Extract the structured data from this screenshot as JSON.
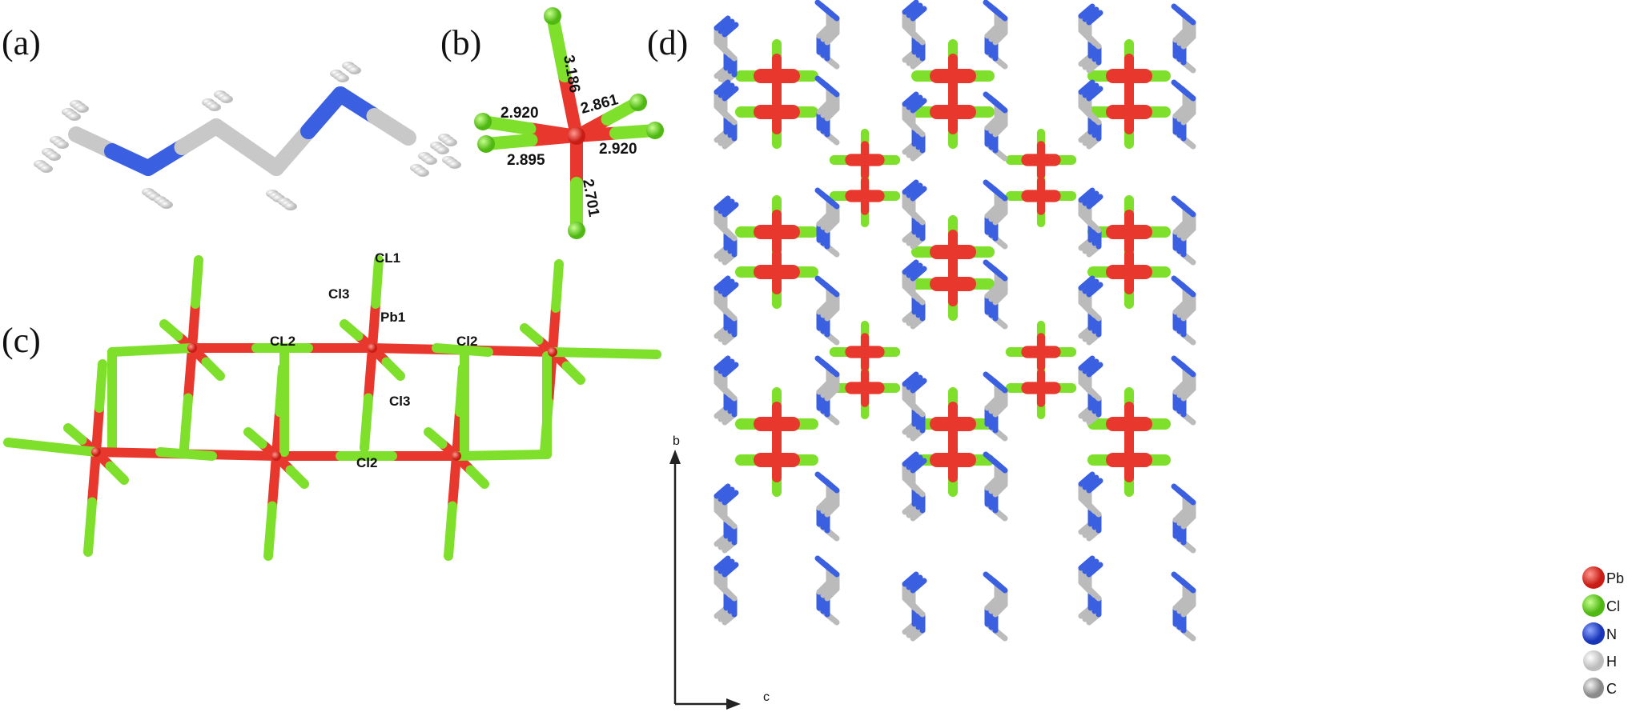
{
  "panels": {
    "a": "(a)",
    "b": "(b)",
    "c": "(c)",
    "d": "(d)"
  },
  "colors": {
    "Pb": "#e8382e",
    "Cl": "#7ee02a",
    "N": "#3a5fe0",
    "H": "#e6e6e6",
    "C": "#b8b8b8"
  },
  "panel_b": {
    "distances": [
      "3.186",
      "2.861",
      "2.920",
      "2.895",
      "2.920",
      "2.701"
    ]
  },
  "panel_c": {
    "atom_labels": [
      "CL1",
      "Cl3",
      "Pb1",
      "CL2",
      "Cl2",
      "Cl3",
      "Cl2"
    ]
  },
  "panel_d": {
    "axes": {
      "vertical": "b",
      "horizontal": "c"
    },
    "legend": [
      {
        "label": "Pb",
        "color": "#e8382e"
      },
      {
        "label": "Cl",
        "color": "#7ee02a"
      },
      {
        "label": "N",
        "color": "#3a5fe0"
      },
      {
        "label": "H",
        "color": "#eeeeee"
      },
      {
        "label": "C",
        "color": "#b0b0b0"
      }
    ]
  }
}
